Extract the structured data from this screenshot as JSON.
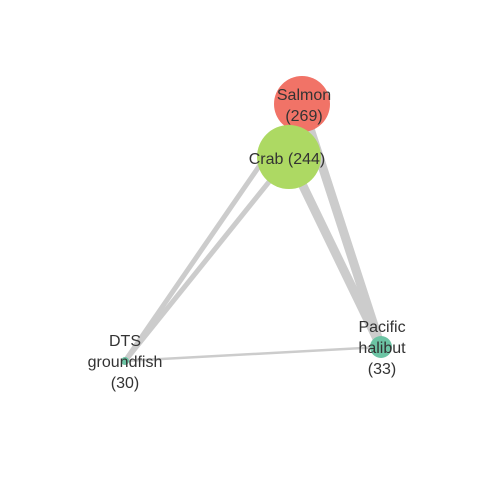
{
  "network": {
    "edge_color": "#cccccc",
    "nodes": [
      {
        "id": "salmon",
        "lines": [
          "Salmon",
          "(269)"
        ],
        "color": "#f17367"
      },
      {
        "id": "crab",
        "lines": [
          "Crab (244)"
        ],
        "color": "#add963"
      },
      {
        "id": "dts",
        "lines": [
          "DTS",
          "groundfish",
          "(30)"
        ],
        "color": "#6cc4a4"
      },
      {
        "id": "halibut",
        "lines": [
          "Pacific",
          "halibut",
          "(33)"
        ],
        "color": "#6cc4a4"
      }
    ],
    "edges": [
      {
        "source": "salmon",
        "target": "halibut",
        "weight": "heavy"
      },
      {
        "source": "crab",
        "target": "halibut",
        "weight": "heavy"
      },
      {
        "source": "salmon",
        "target": "dts",
        "weight": "medium"
      },
      {
        "source": "crab",
        "target": "dts",
        "weight": "medium"
      },
      {
        "source": "dts",
        "target": "halibut",
        "weight": "light"
      },
      {
        "source": "salmon",
        "target": "crab",
        "weight": "light"
      }
    ]
  }
}
